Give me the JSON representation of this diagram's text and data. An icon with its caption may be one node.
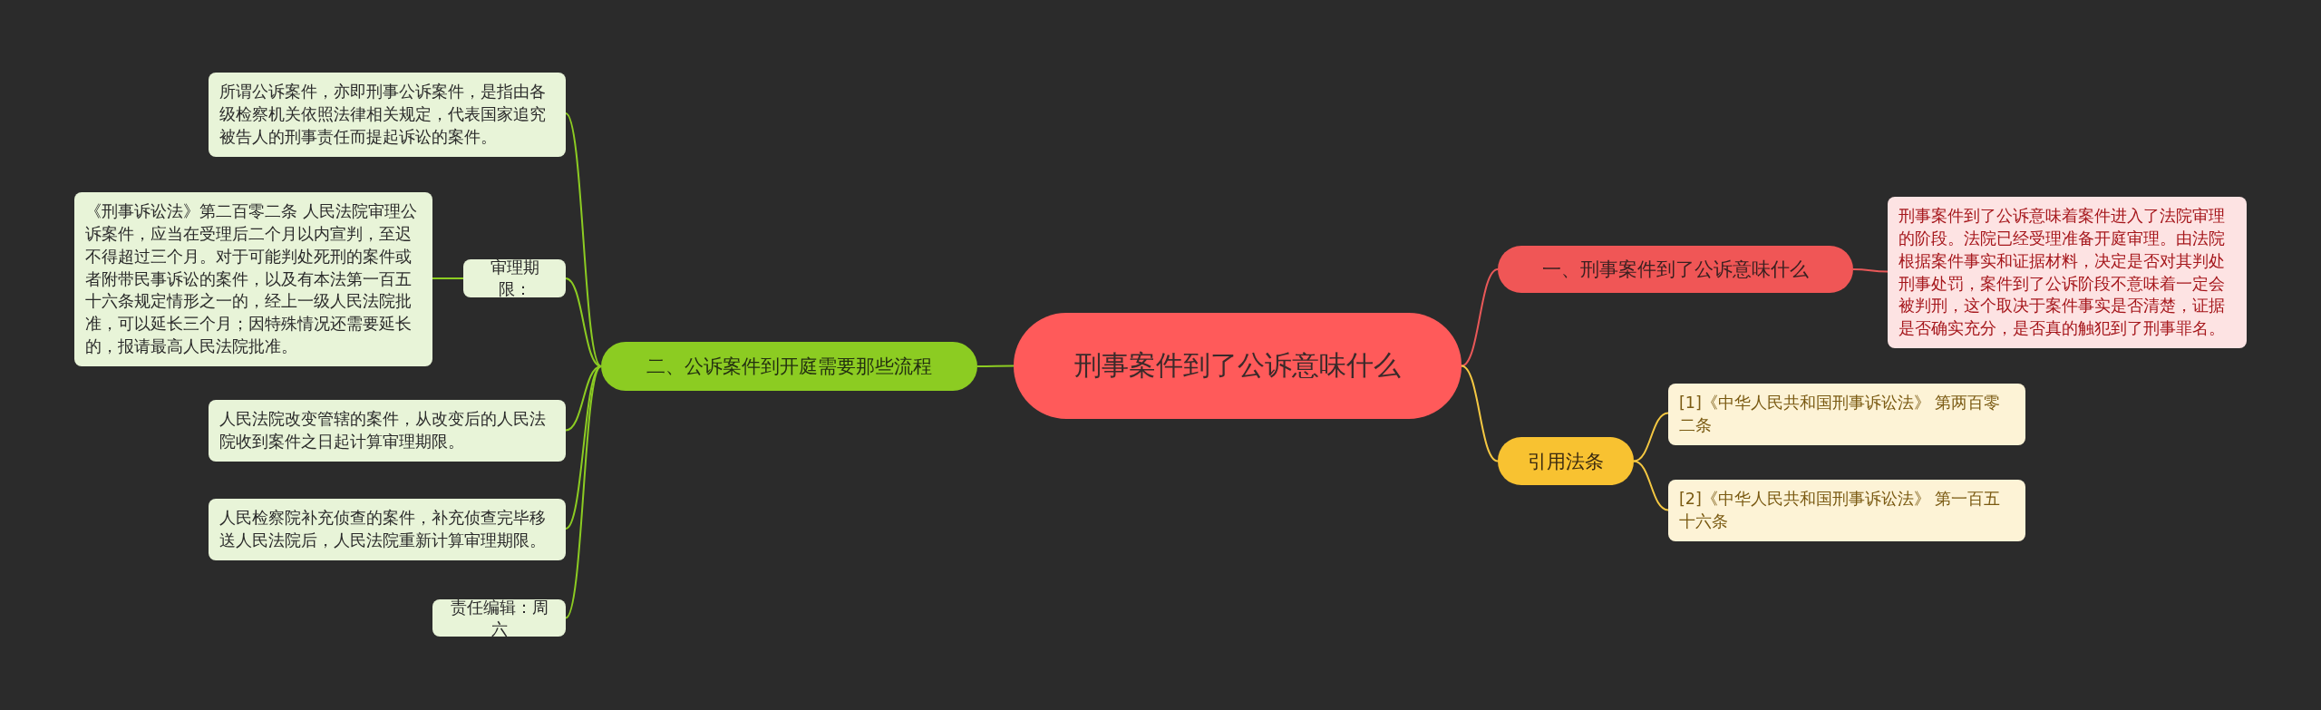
{
  "diagram": {
    "nodes": [
      {
        "text": [
          "刑事案件到了公诉意味什么"
        ]
      },
      {
        "text": [
          "一、刑事案件到了公诉意味什么"
        ]
      },
      {
        "text": [
          "刑事案件到了公诉意味着案件进入了法院审理的阶段。法院已经受理准备开庭审理。由法院根据案件事实和证据材料，决定是否对其判处刑事处罚，案件到了公诉阶段不意味着一定会被判刑，这个取决于案件事实是否清楚，证据是否确实充分，是否真的触犯到了刑事罪名。"
        ]
      },
      {
        "text": [
          "引用法条"
        ]
      },
      {
        "text": [
          "[1]《中华人民共和国刑事诉讼法》 第两百零二条"
        ]
      },
      {
        "text": [
          "[2]《中华人民共和国刑事诉讼法》 第一百五十六条"
        ]
      },
      {
        "text": [
          "二、公诉案件到开庭需要那些流程"
        ]
      },
      {
        "text": [
          "所谓公诉案件，亦即刑事公诉案件，是指由各级检察机关依照法律相关规定，代表国家追究被告人的刑事责任而提起诉讼的案件。"
        ]
      },
      {
        "text": [
          "审理期限："
        ]
      },
      {
        "text": [
          "《刑事诉讼法》第二百零二条 人民法院审理公诉案件，应当在受理后二个月以内宣判，至迟不得超过三个月。对于可能判处死刑的案件或者附带民事诉讼的案件，以及有本法第一百五十六条规定情形之一的，经上一级人民法院批准，可以延长三个月；因特殊情况还需要延长的，报请最高人民法院批准。"
        ]
      },
      {
        "text": [
          "人民法院改变管辖的案件，从改变后的人民法院收到案件之日起计算审理期限。"
        ]
      },
      {
        "text": [
          "人民检察院补充侦查的案件，补充侦查完毕移送人民法院后，人民法院重新计算审理期限。"
        ]
      },
      {
        "text": [
          "责任编辑：周六"
        ]
      }
    ],
    "edges": [
      {
        "from": 0,
        "to": 1,
        "arrow": "none",
        "color": "#e85858"
      },
      {
        "from": 1,
        "to": 2,
        "arrow": "none",
        "color": "#e85858"
      },
      {
        "from": 0,
        "to": 3,
        "arrow": "none",
        "color": "#f5c842"
      },
      {
        "from": 3,
        "to": 4,
        "arrow": "none",
        "color": "#f5c842"
      },
      {
        "from": 3,
        "to": 5,
        "arrow": "none",
        "color": "#f5c842"
      },
      {
        "from": 0,
        "to": 6,
        "arrow": "none"
      },
      {
        "from": 6,
        "to": 7,
        "arrow": "none"
      },
      {
        "from": 6,
        "to": 8,
        "arrow": "none"
      },
      {
        "from": 8,
        "to": 9,
        "arrow": "none"
      },
      {
        "from": 6,
        "to": 10,
        "arrow": "none"
      },
      {
        "from": 6,
        "to": 11,
        "arrow": "none"
      },
      {
        "from": 6,
        "to": 12,
        "arrow": "none"
      }
    ]
  }
}
